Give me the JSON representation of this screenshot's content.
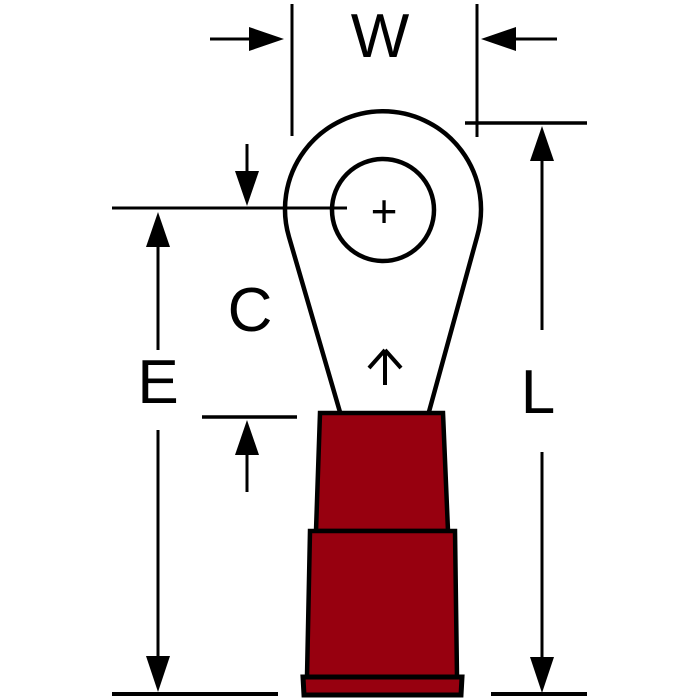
{
  "diagram": {
    "dimension_labels": {
      "w": "W",
      "c": "C",
      "e": "E",
      "l": "L"
    },
    "symbols": {
      "hole_center_marker": "+"
    },
    "icons": {
      "hole_center": "plus-crosshair",
      "wire_direction": "up-arrow",
      "dimension_arrows": "filled-triangle"
    },
    "colors": {
      "insulation": "#97000F",
      "line": "#000000",
      "background": "#FFFFFF"
    }
  }
}
